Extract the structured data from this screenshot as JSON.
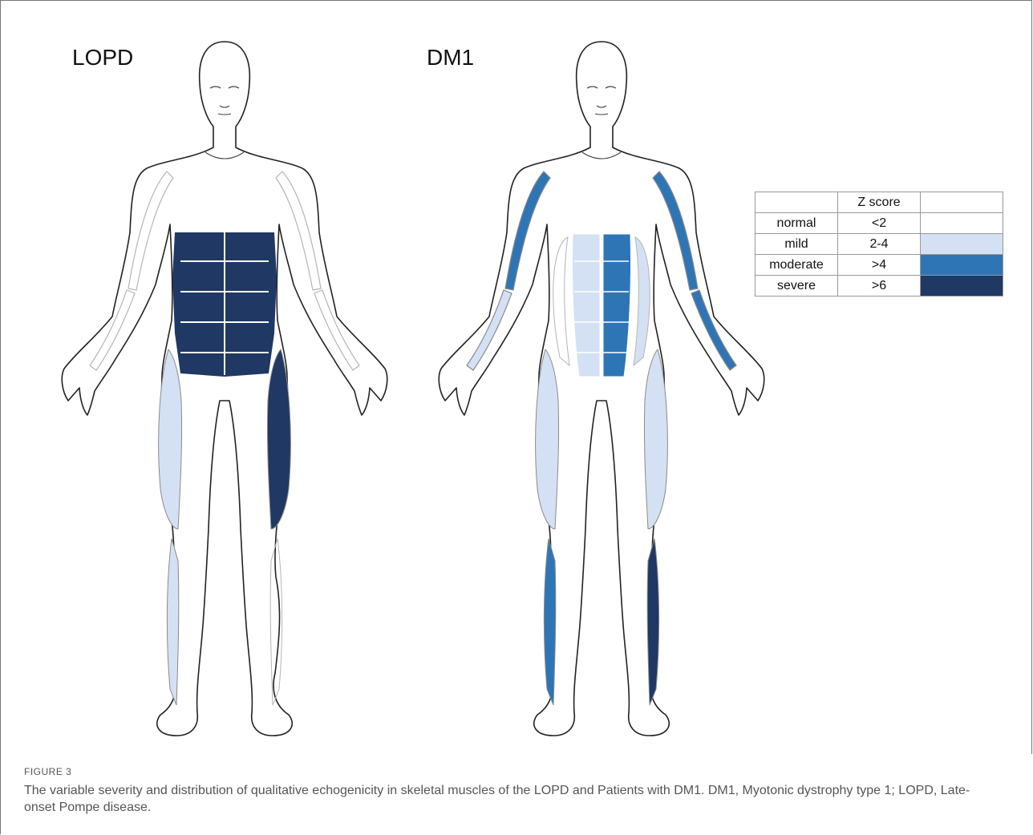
{
  "panels": [
    {
      "id": "lopd",
      "title": "LOPD"
    },
    {
      "id": "dm1",
      "title": "DM1"
    }
  ],
  "legend": {
    "header": [
      "",
      "Z score",
      ""
    ],
    "rows": [
      {
        "label": "normal",
        "z": "<2",
        "color": "#ffffff"
      },
      {
        "label": "mild",
        "z": "2-4",
        "color": "#d4e1f4"
      },
      {
        "label": "moderate",
        "z": ">4",
        "color": "#2e75b6"
      },
      {
        "label": "severe",
        "z": ">6",
        "color": "#1f3864"
      }
    ]
  },
  "muscle_severity": {
    "lopd": {
      "abdominal_wall": "severe",
      "left_quadriceps": "severe",
      "right_quadriceps": "mild",
      "right_tibialis_anterior": "mild",
      "arms": "normal",
      "left_tibialis_anterior": "normal"
    },
    "dm1": {
      "arm_upper": "moderate",
      "right_forearm": "mild",
      "left_forearm": "moderate",
      "right_rectus_abdominis": "mild",
      "left_rectus_abdominis": "moderate",
      "left_oblique": "mild",
      "right_oblique": "normal",
      "quadriceps": "mild",
      "right_tibialis_anterior": "moderate",
      "left_tibialis_anterior": "severe"
    }
  },
  "caption": {
    "label": "FIGURE 3",
    "text": "The variable severity and distribution of qualitative echogenicity in skeletal muscles of the LOPD and Patients with DM1. DM1, Myotonic dystrophy type 1; LOPD, Late-onset Pompe disease."
  }
}
